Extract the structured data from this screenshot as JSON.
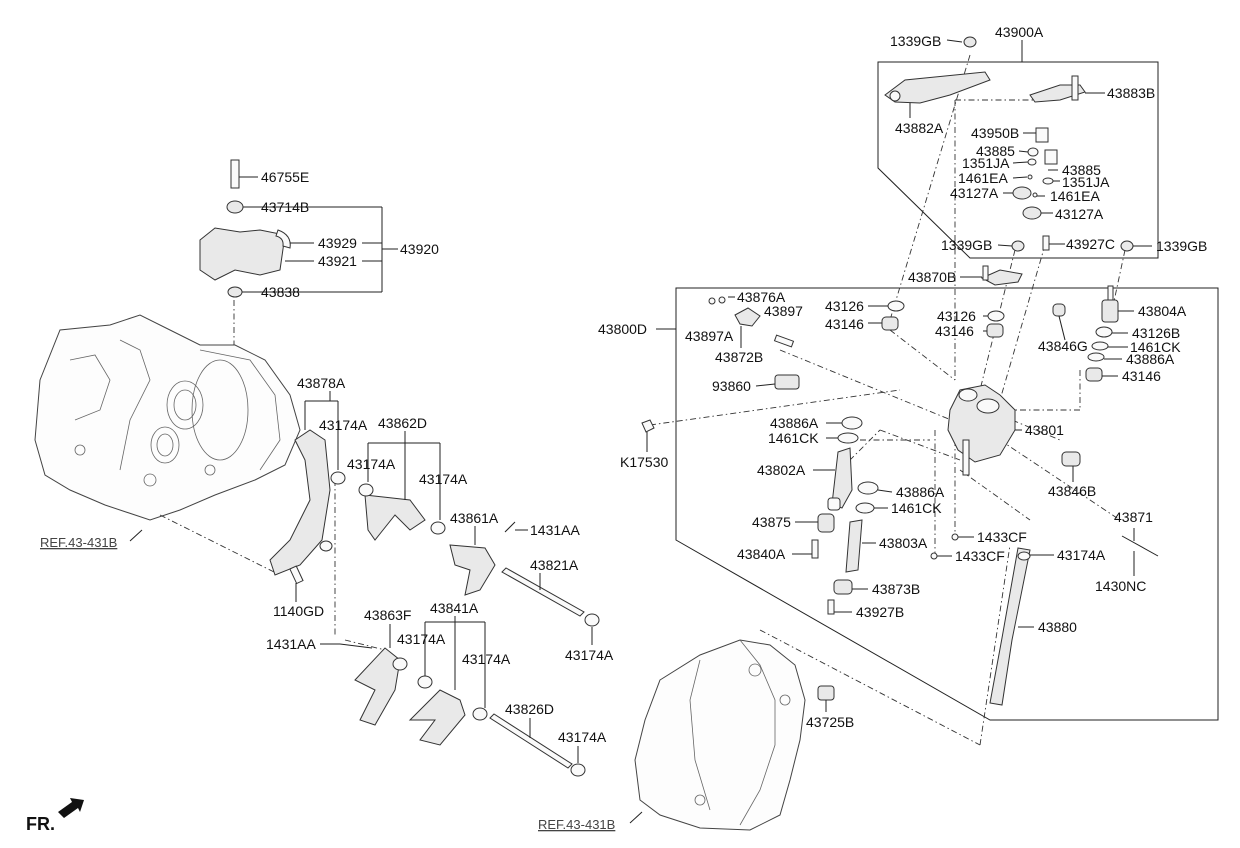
{
  "labels": {
    "l1339GB_top": "1339GB",
    "l43900A": "43900A",
    "l43883B": "43883B",
    "l43882A": "43882A",
    "l43950B": "43950B",
    "l43885_a": "43885",
    "l1351JA_a": "1351JA",
    "l43885_b": "43885",
    "l1461EA_a": "1461EA",
    "l1351JA_b": "1351JA",
    "l43127A_a": "43127A",
    "l1461EA_b": "1461EA",
    "l43127A_b": "43127A",
    "l1339GB_mid": "1339GB",
    "l43927C": "43927C",
    "l1339GB_right": "1339GB",
    "l43870B": "43870B",
    "l43876A": "43876A",
    "l43897A": "43897A",
    "l43897": "43897",
    "l43126_a": "43126",
    "l43146_a": "43146",
    "l43126_b": "43126",
    "l43146_b": "43146",
    "l43804A": "43804A",
    "l43800D": "43800D",
    "l43872B": "43872B",
    "l43126B": "43126B",
    "l43846G": "43846G",
    "l1461CK_a": "1461CK",
    "l43886A_a": "43886A",
    "l93860": "93860",
    "l43146_c": "43146",
    "l43886A_b": "43886A",
    "l43801": "43801",
    "l1461CK_b": "1461CK",
    "lK17530": "K17530",
    "l43802A": "43802A",
    "l43846B": "43846B",
    "l43886A_c": "43886A",
    "l1461CK_c": "1461CK",
    "l43875": "43875",
    "l43871": "43871",
    "l1433CF_a": "1433CF",
    "l43803A": "43803A",
    "l43840A": "43840A",
    "l1433CF_b": "1433CF",
    "l43174A_r": "43174A",
    "l1430NC": "1430NC",
    "l43873B": "43873B",
    "l43927B": "43927B",
    "l43880": "43880",
    "l43725B": "43725B",
    "l46755E": "46755E",
    "l43714B": "43714B",
    "l43929": "43929",
    "l43920": "43920",
    "l43921": "43921",
    "l43838": "43838",
    "l43878A": "43878A",
    "l43174A_1": "43174A",
    "l43862D": "43862D",
    "l43174A_2": "43174A",
    "l43174A_3": "43174A",
    "l43861A": "43861A",
    "l1431AA_a": "1431AA",
    "l43821A": "43821A",
    "l1140GD": "1140GD",
    "l43174A_4": "43174A",
    "l43863F": "43863F",
    "l43841A": "43841A",
    "l1431AA_b": "1431AA",
    "l43174A_5": "43174A",
    "l43174A_6": "43174A",
    "l43826D": "43826D",
    "l43174A_7": "43174A"
  },
  "refs": {
    "left": "REF.43-431B",
    "bottom": "REF.43-431B"
  },
  "fr_label": "FR."
}
